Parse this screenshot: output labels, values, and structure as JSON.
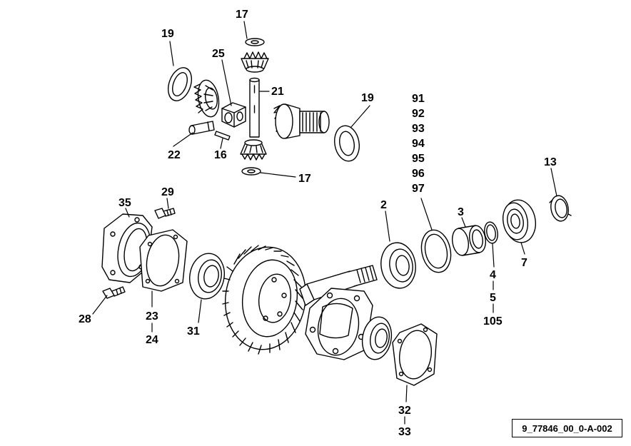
{
  "diagram": {
    "callouts": {
      "c17_top": "17",
      "c19_left": "19",
      "c25": "25",
      "c21": "21",
      "c19_right": "19",
      "c22": "22",
      "c16": "16",
      "c17_bottom": "17",
      "c91": "91",
      "c92": "92",
      "c93": "93",
      "c94": "94",
      "c95": "95",
      "c96": "96",
      "c97": "97",
      "c13": "13",
      "c29": "29",
      "c35": "35",
      "c2": "2",
      "c3": "3",
      "c4": "4",
      "c5": "5",
      "c105": "105",
      "c7": "7",
      "c28": "28",
      "c23": "23",
      "c24": "24",
      "c31": "31",
      "c32": "32",
      "c33": "33"
    },
    "reference_code": "9_77846_00_0-A-002"
  }
}
